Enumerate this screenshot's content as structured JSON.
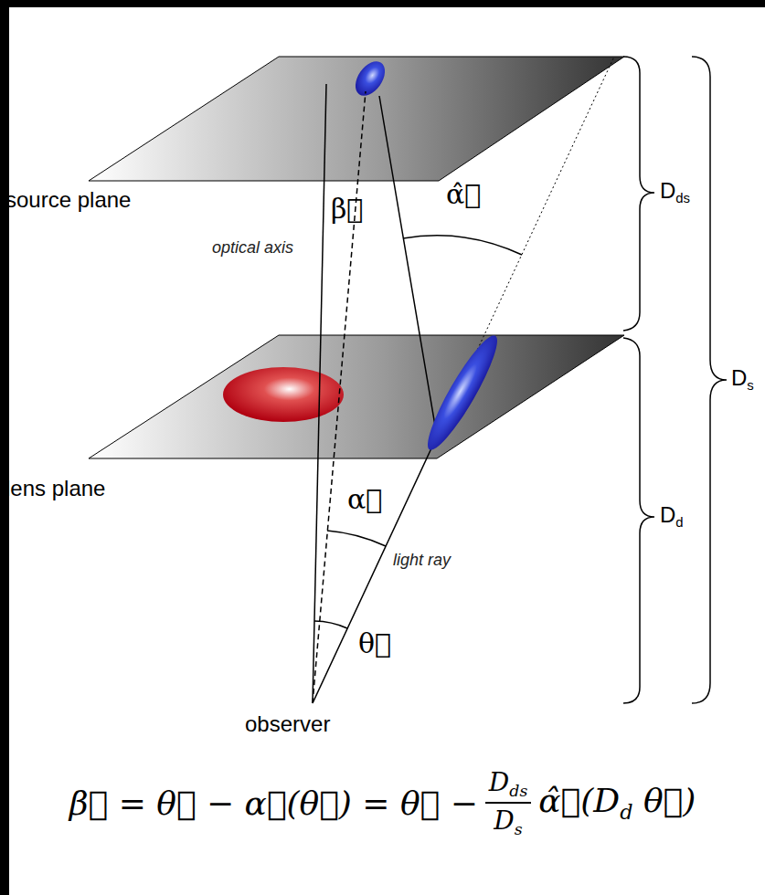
{
  "diagram": {
    "labels": [
      "source plane",
      "β⃗",
      "optical axis",
      "α̂⃗",
      "Dds",
      "Ds",
      "lens plane",
      "α⃗",
      "light ray",
      "Dd",
      "θ⃗",
      "observer",
      "β⃗ = θ⃗ − α⃗(θ⃗) = θ⃗ −",
      "Dds",
      "Ds",
      "α̂⃗(Dd θ⃗)"
    ]
  }
}
